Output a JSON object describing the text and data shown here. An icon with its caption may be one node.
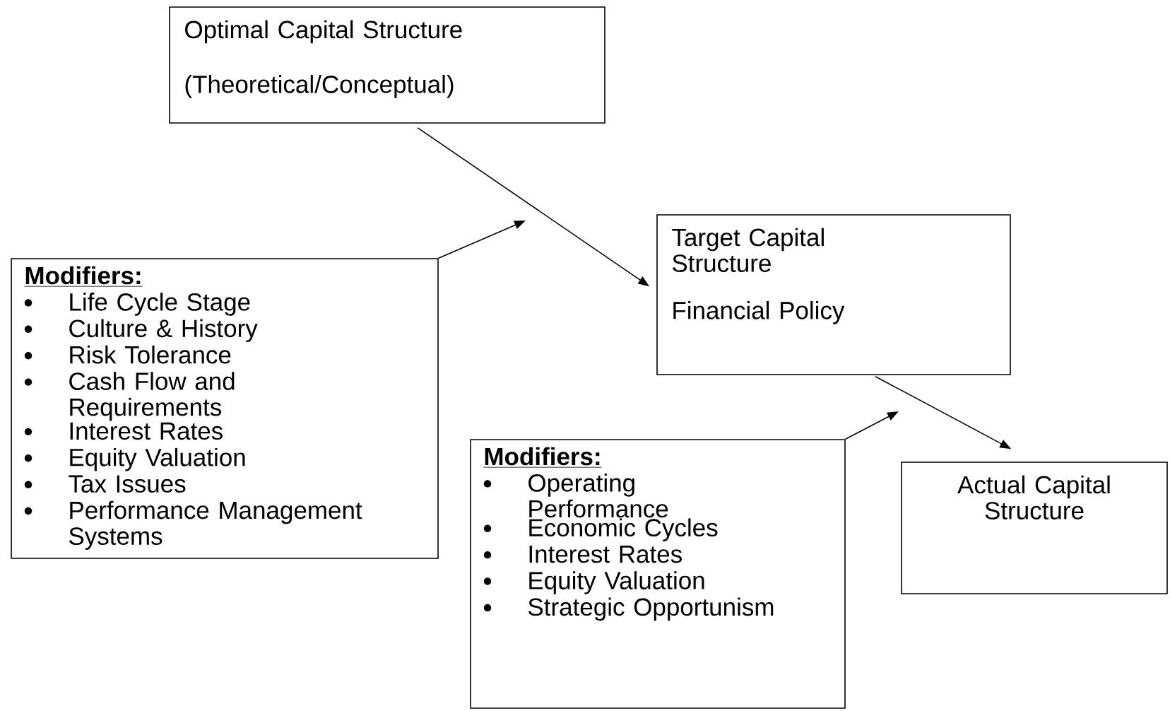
{
  "diagram": {
    "nodes": [
      {
        "text": [
          "Optimal Capital Structure",
          "(Theoretical/Conceptual)"
        ]
      },
      {
        "text": [
          "Target Capital Structure",
          "Financial Policy"
        ]
      },
      {
        "text": [
          "Modifiers:",
          "Life Cycle Stage",
          "Culture & History",
          "Risk Tolerance",
          "Cash Flow and Requirements",
          "Interest Rates",
          "Equity Valuation",
          "Tax Issues",
          "Performance Management Systems"
        ]
      },
      {
        "text": [
          "Modifiers:",
          "Operating Performance",
          "Economic Cycles",
          "Interest Rates",
          "Equity Valuation",
          "Strategic Opportunism"
        ]
      },
      {
        "text": [
          "Actual Capital Structure"
        ]
      }
    ],
    "edges": [
      {
        "from": 0,
        "to": 1,
        "arrow": "to"
      },
      {
        "from": 2,
        "to": null,
        "arrow": "to"
      },
      {
        "from": 1,
        "to": 4,
        "arrow": "to"
      },
      {
        "from": 3,
        "to": null,
        "arrow": "to"
      }
    ]
  }
}
